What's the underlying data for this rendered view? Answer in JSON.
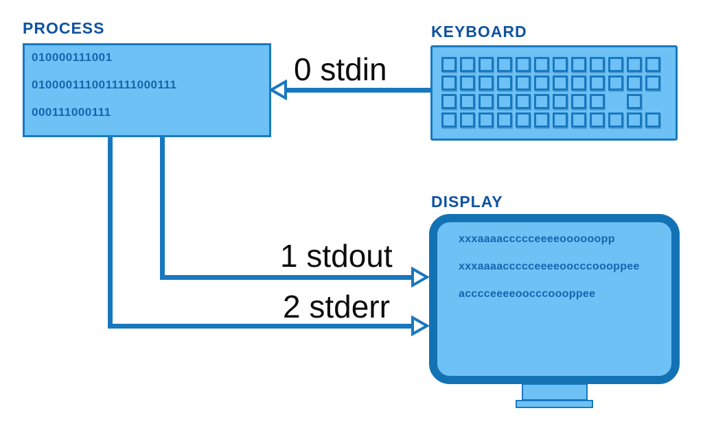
{
  "colors": {
    "box_fill": "#6ec1f5",
    "stroke_blue": "#1878be",
    "monitor_border": "#1372b4",
    "heading_blue": "#0f52a0",
    "code_text_blue": "#1465af",
    "label_black": "#0c0c0c",
    "background": "#ffffff"
  },
  "process": {
    "label": "PROCESS",
    "code_lines": [
      "010000111001",
      "0100001110011111000111",
      "000111000111"
    ]
  },
  "keyboard": {
    "label": "KEYBOARD",
    "rows": [
      {
        "keys": 12
      },
      {
        "keys": 12
      },
      {
        "keys": 9,
        "spacer": 1,
        "keys_after": 1
      },
      {
        "keys": 12
      }
    ]
  },
  "display": {
    "label": "DISPLAY",
    "screen_lines": [
      "xxxaaaaccccceeeeoooooopp",
      "xxxaaaaccccceeeeoocccoooppee",
      "acccceeeeoocccoooppee"
    ]
  },
  "streams": {
    "stdin": {
      "label": "0 stdin"
    },
    "stdout": {
      "label": "1 stdout"
    },
    "stderr": {
      "label": "2 stderr"
    }
  }
}
